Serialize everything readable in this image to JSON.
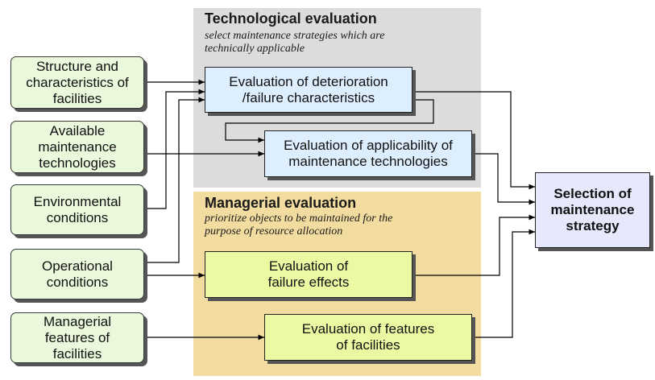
{
  "panels": {
    "technological": {
      "title": "Technological evaluation",
      "subtitle_line1": "select maintenance strategies which are",
      "subtitle_line2": "technically applicable"
    },
    "managerial": {
      "title": "Managerial evaluation",
      "subtitle_line1": "prioritize objects to be maintained for the",
      "subtitle_line2": "purpose of resource allocation"
    }
  },
  "inputs": [
    {
      "id": "structure",
      "lines": [
        "Structure and",
        "characteristics of",
        "facilities"
      ]
    },
    {
      "id": "technologies",
      "lines": [
        "Available",
        "maintenance",
        "technologies"
      ]
    },
    {
      "id": "environment",
      "lines": [
        "Environmental",
        "conditions"
      ]
    },
    {
      "id": "operational",
      "lines": [
        "Operational",
        "conditions"
      ]
    },
    {
      "id": "managerial",
      "lines": [
        "Managerial",
        "features of",
        "facilities"
      ]
    }
  ],
  "processes": [
    {
      "id": "deterioration",
      "lines": [
        "Evaluation of deterioration",
        "/failure characteristics"
      ]
    },
    {
      "id": "applicability",
      "lines": [
        "Evaluation of applicability of",
        "maintenance technologies"
      ]
    },
    {
      "id": "effects",
      "lines": [
        "Evaluation of",
        "failure effects"
      ]
    },
    {
      "id": "features",
      "lines": [
        "Evaluation of features",
        "of facilities"
      ]
    }
  ],
  "output": {
    "lines": [
      "Selection of",
      "maintenance",
      "strategy"
    ]
  },
  "colors": {
    "technological_panel": "#dcdcdc",
    "managerial_panel": "#f2dc9f",
    "input_fill": "#eaf8dc",
    "tech_box_fill": "#ddeeff",
    "mgr_box_fill": "#edf8a3",
    "output_fill": "#e6e8fc"
  }
}
